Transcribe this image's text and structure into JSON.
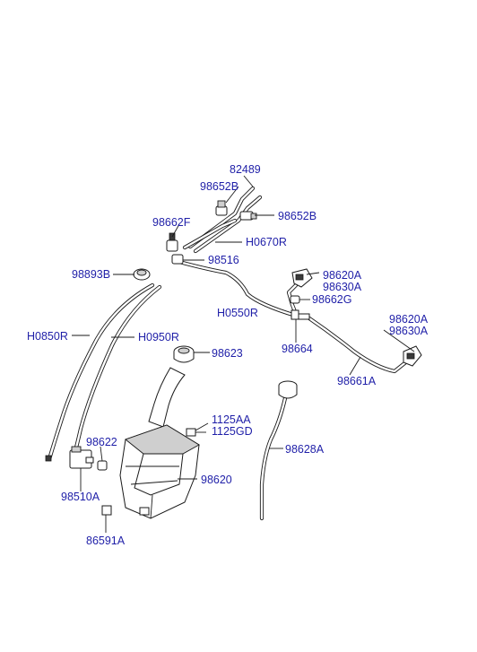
{
  "labels": {
    "p82489": "82489",
    "p98652B_1": "98652B",
    "p98652B_2": "98652B",
    "p98662F": "98662F",
    "pH0670R": "H0670R",
    "p98516": "98516",
    "p98893B": "98893B",
    "p98620A_1": "98620A",
    "p98630A_1": "98630A",
    "p98662G": "98662G",
    "pH0550R": "H0550R",
    "p98620A_2": "98620A",
    "p98630A_2": "98630A",
    "pH0850R": "H0850R",
    "pH0950R": "H0950R",
    "p98664": "98664",
    "p98623": "98623",
    "p98661A": "98661A",
    "p1125AA": "1125AA",
    "p1125GD": "1125GD",
    "p98622": "98622",
    "p98628A": "98628A",
    "p98620": "98620",
    "p98510A": "98510A",
    "p86591A": "86591A"
  }
}
